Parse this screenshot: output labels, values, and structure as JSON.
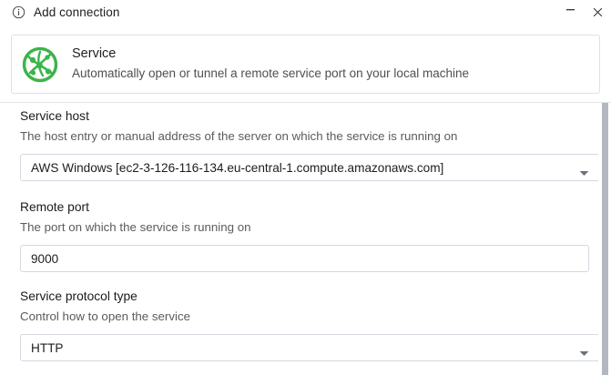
{
  "window": {
    "title": "Add connection",
    "info_icon": "info-circle-icon",
    "minimize_label": "–",
    "close_label": "✕"
  },
  "service_card": {
    "icon": "service-network-globe-icon",
    "icon_color": "#3cb44a",
    "title": "Service",
    "description": "Automatically open or tunnel a remote service port on your local machine"
  },
  "form": {
    "fields": [
      {
        "label": "Service host",
        "hint": "The host entry or manual address of the server on which the service is running on",
        "control": "dropdown",
        "value": "AWS Windows [ec2-3-126-116-134.eu-central-1.compute.amazonaws.com]",
        "chevron": "chevron-down-icon"
      },
      {
        "label": "Remote port",
        "hint": "The port on which the service is running on",
        "control": "textbox",
        "value": "9000",
        "placeholder": ""
      },
      {
        "label": "Service protocol type",
        "hint": "Control how to open the service",
        "control": "dropdown",
        "value": "HTTP",
        "chevron": "chevron-down-icon"
      }
    ]
  },
  "scrollbar": {
    "orientation": "vertical",
    "thumb_color": "#b3b8c0"
  },
  "colors": {
    "accent_green": "#3cb44a",
    "border": "#d4d9e0",
    "divider": "#e3e6ea",
    "text_primary": "#1b1b1b",
    "text_secondary": "#5b5b5b",
    "background": "#ffffff"
  }
}
